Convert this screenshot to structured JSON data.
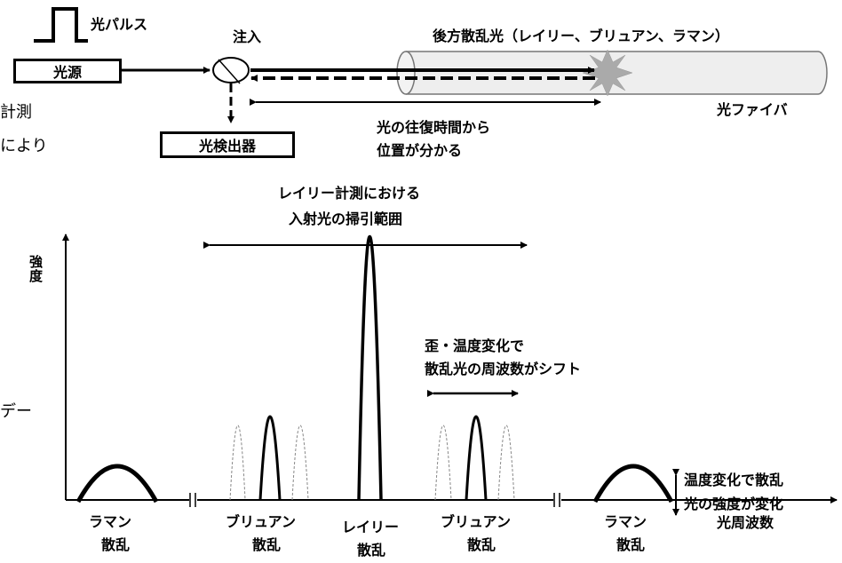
{
  "top": {
    "pulse_label": "光パルス",
    "source_label": "光源",
    "inject_label": "注入",
    "detector_label": "光検出器",
    "backscatter_label": "後方散乱光（レイリー、ブリュアン、ラマン）",
    "fiber_label": "光ファイバ",
    "roundtrip_line1": "光の往復時間から",
    "roundtrip_line2": "位置が分かる",
    "cut_text_1": "計測",
    "cut_text_2": "により",
    "cut_text_3": "デー"
  },
  "spectrum": {
    "y_axis_label": "強度",
    "x_axis_label": "光周波数",
    "sweep_line1": "レイリー計測における",
    "sweep_line2": "入射光の掃引範囲",
    "shift_line1": "歪・温度変化で",
    "shift_line2": "散乱光の周波数がシフト",
    "raman_note_line1": "温度変化で散乱",
    "raman_note_line2": "光の強度が変化",
    "labels": [
      {
        "name": "raman-left",
        "line1": "ラマン",
        "line2": "散乱"
      },
      {
        "name": "brillouin-left",
        "line1": "ブリュアン",
        "line2": "散乱"
      },
      {
        "name": "rayleigh",
        "line1": "レイリー",
        "line2": "散乱"
      },
      {
        "name": "brillouin-right",
        "line1": "ブリュアン",
        "line2": "散乱"
      },
      {
        "name": "raman-right",
        "line1": "ラマン",
        "line2": "散乱"
      }
    ]
  },
  "colors": {
    "ink": "#000000",
    "fiber_fill": "#eeeeee",
    "scatter_gray": "#aaaaaa",
    "dashed_peak": "#888888"
  }
}
